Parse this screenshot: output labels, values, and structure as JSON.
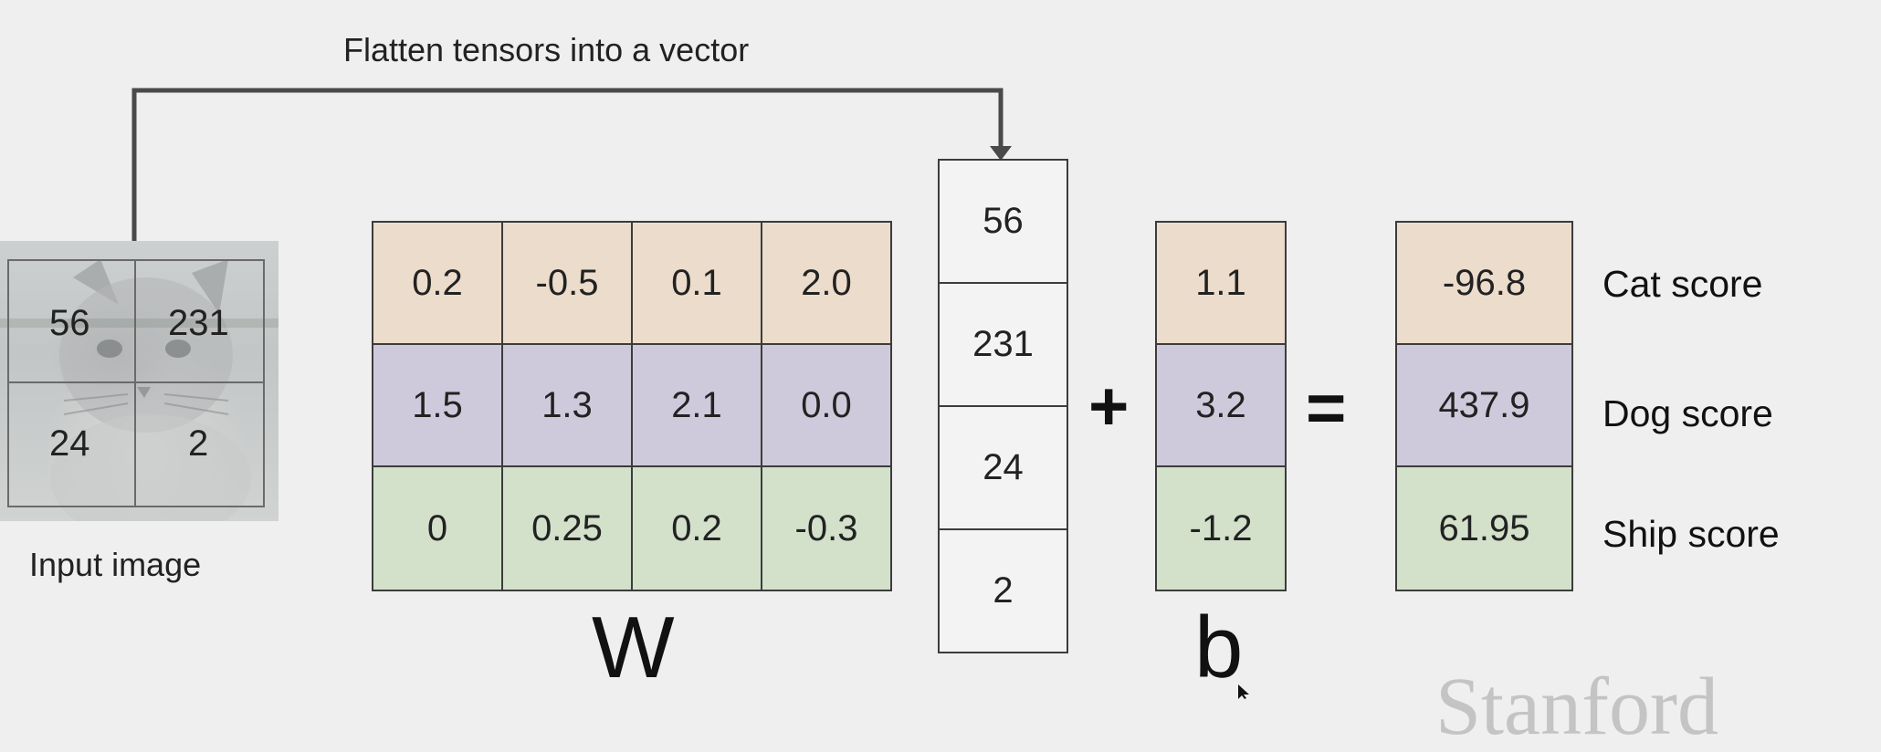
{
  "arrow_label": "Flatten tensors into a vector",
  "input_image": {
    "caption": "Input image",
    "pixels": [
      "56",
      "231",
      "24",
      "2"
    ]
  },
  "W": {
    "label": "W",
    "rows": [
      [
        "0.2",
        "-0.5",
        "0.1",
        "2.0"
      ],
      [
        "1.5",
        "1.3",
        "2.1",
        "0.0"
      ],
      [
        "0",
        "0.25",
        "0.2",
        "-0.3"
      ]
    ]
  },
  "x_vector": [
    "56",
    "231",
    "24",
    "2"
  ],
  "plus": "+",
  "b": {
    "label": "b",
    "values": [
      "1.1",
      "3.2",
      "-1.2"
    ]
  },
  "equals": "=",
  "scores": {
    "values": [
      "-96.8",
      "437.9",
      "61.95"
    ],
    "labels": [
      "Cat score",
      "Dog score",
      "Ship score"
    ]
  },
  "watermark": "Stanford",
  "colors": {
    "row_cat": "#ecdccb",
    "row_dog": "#cfcadb",
    "row_ship": "#d3e1cb"
  }
}
